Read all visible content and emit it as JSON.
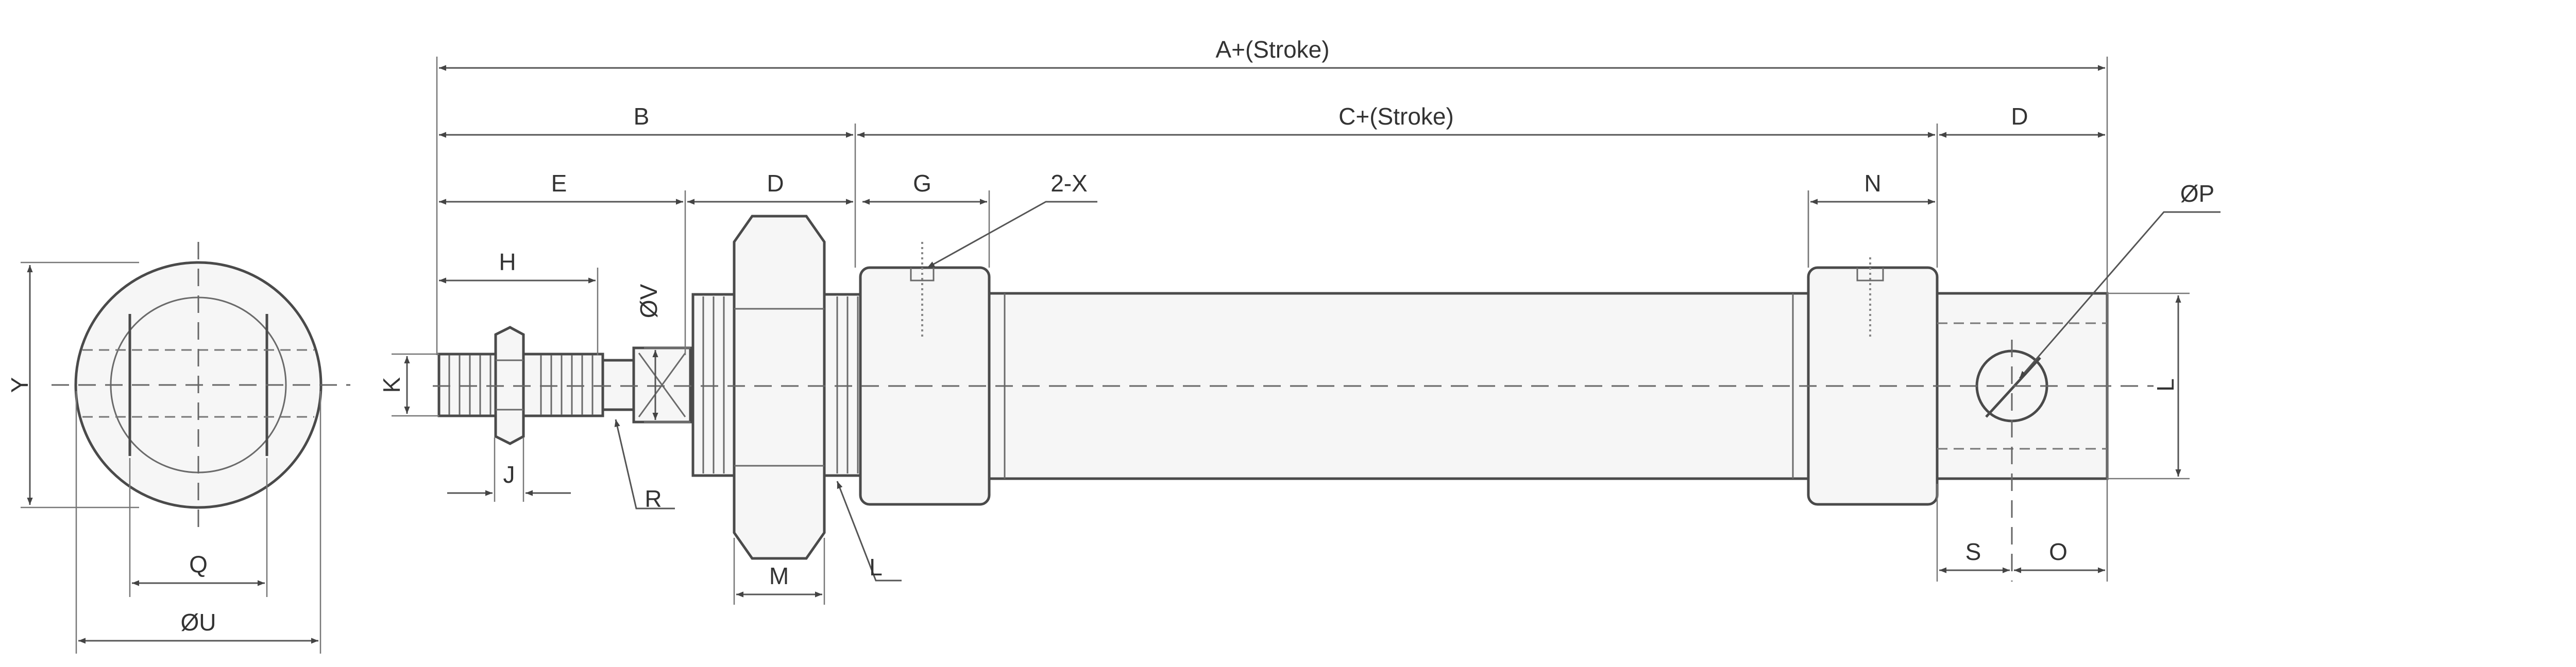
{
  "labels": {
    "A": "A+(Stroke)",
    "B": "B",
    "C": "C+(Stroke)",
    "D_front": "D",
    "D_rear": "D",
    "E": "E",
    "G": "G",
    "X": "2-X",
    "N": "N",
    "P": "ØP",
    "H": "H",
    "V": "ØV",
    "K": "K",
    "J": "J",
    "R": "R",
    "M": "M",
    "L_front": "L",
    "L_rear": "L",
    "S": "S",
    "O": "O",
    "Y": "Y",
    "Q": "Q",
    "U": "ØU"
  }
}
